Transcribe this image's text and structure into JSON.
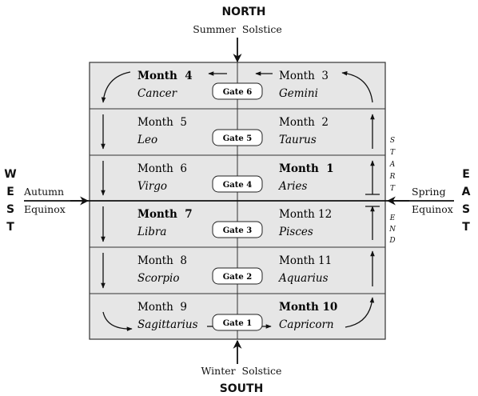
{
  "compass": {
    "north": "NORTH",
    "south": "SOUTH",
    "west_letters": [
      "W",
      "E",
      "S",
      "T"
    ],
    "east_letters": [
      "E",
      "A",
      "S",
      "T"
    ]
  },
  "labels": {
    "summer_solstice": "Summer  Solstice",
    "winter_solstice": "Winter  Solstice",
    "autumn_line1": "Autumn",
    "autumn_line2": "Equinox",
    "spring_line1": "Spring",
    "spring_line2": "Equinox"
  },
  "side_words": {
    "start": [
      "S",
      "T",
      "A",
      "R",
      "T"
    ],
    "end": [
      "E",
      "N",
      "D"
    ]
  },
  "rows": [
    {
      "gate": "Gate 6",
      "left": {
        "month": "Month  4",
        "sign": "Cancer",
        "bold": true
      },
      "right": {
        "month": "Month  3",
        "sign": "Gemini",
        "bold": false
      }
    },
    {
      "gate": "Gate 5",
      "left": {
        "month": "Month  5",
        "sign": "Leo",
        "bold": false
      },
      "right": {
        "month": "Month  2",
        "sign": "Taurus",
        "bold": false
      }
    },
    {
      "gate": "Gate 4",
      "left": {
        "month": "Month  6",
        "sign": "Virgo",
        "bold": false
      },
      "right": {
        "month": "Month  1",
        "sign": "Aries",
        "bold": true
      }
    },
    {
      "gate": "Gate 3",
      "left": {
        "month": "Month  7",
        "sign": "Libra",
        "bold": true
      },
      "right": {
        "month": "Month 12",
        "sign": "Pisces",
        "bold": false
      }
    },
    {
      "gate": "Gate 2",
      "left": {
        "month": "Month  8",
        "sign": "Scorpio",
        "bold": false
      },
      "right": {
        "month": "Month 11",
        "sign": "Aquarius",
        "bold": false
      }
    },
    {
      "gate": "Gate 1",
      "left": {
        "month": "Month  9",
        "sign": "Sagittarius",
        "bold": false
      },
      "right": {
        "month": "Month 10",
        "sign": "Capricorn",
        "bold": true
      }
    }
  ]
}
